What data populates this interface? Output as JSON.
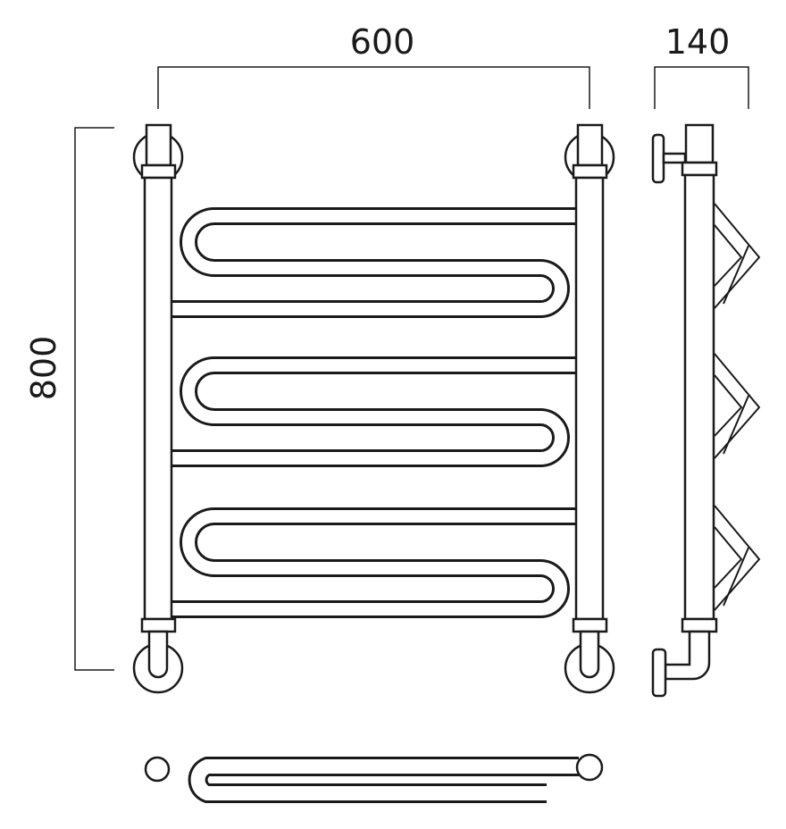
{
  "dimensions": {
    "width_label": "600",
    "depth_label": "140",
    "height_label": "800"
  },
  "views": [
    "front-view",
    "side-view",
    "top-view"
  ],
  "colors": {
    "line": "#1a1a1a",
    "background": "#ffffff"
  }
}
